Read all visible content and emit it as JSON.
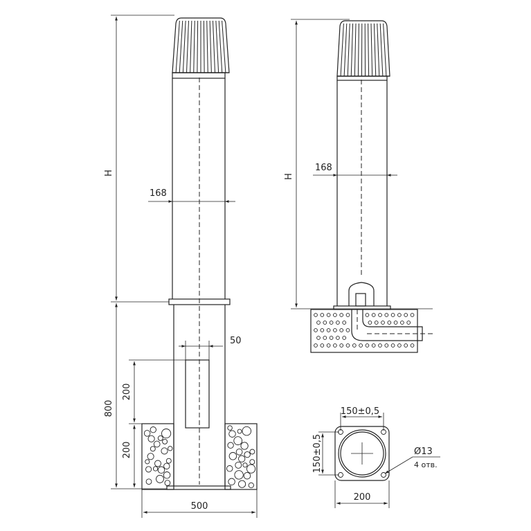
{
  "drawing": {
    "front_view": {
      "height_label": "H",
      "diameter_label": "168",
      "offset_label": "50",
      "embed_depth_label": "800",
      "insert_depth_label": "200",
      "concrete_depth_label": "200",
      "foundation_width_label": "500"
    },
    "side_view": {
      "height_label": "H",
      "diameter_label": "168"
    },
    "base_plate": {
      "hole_spacing_horizontal_label": "150±0,5",
      "hole_spacing_vertical_label": "150±0,5",
      "plate_width_label": "200",
      "hole_diameter_label": "Ø13",
      "hole_count_label": "4 отв."
    }
  }
}
